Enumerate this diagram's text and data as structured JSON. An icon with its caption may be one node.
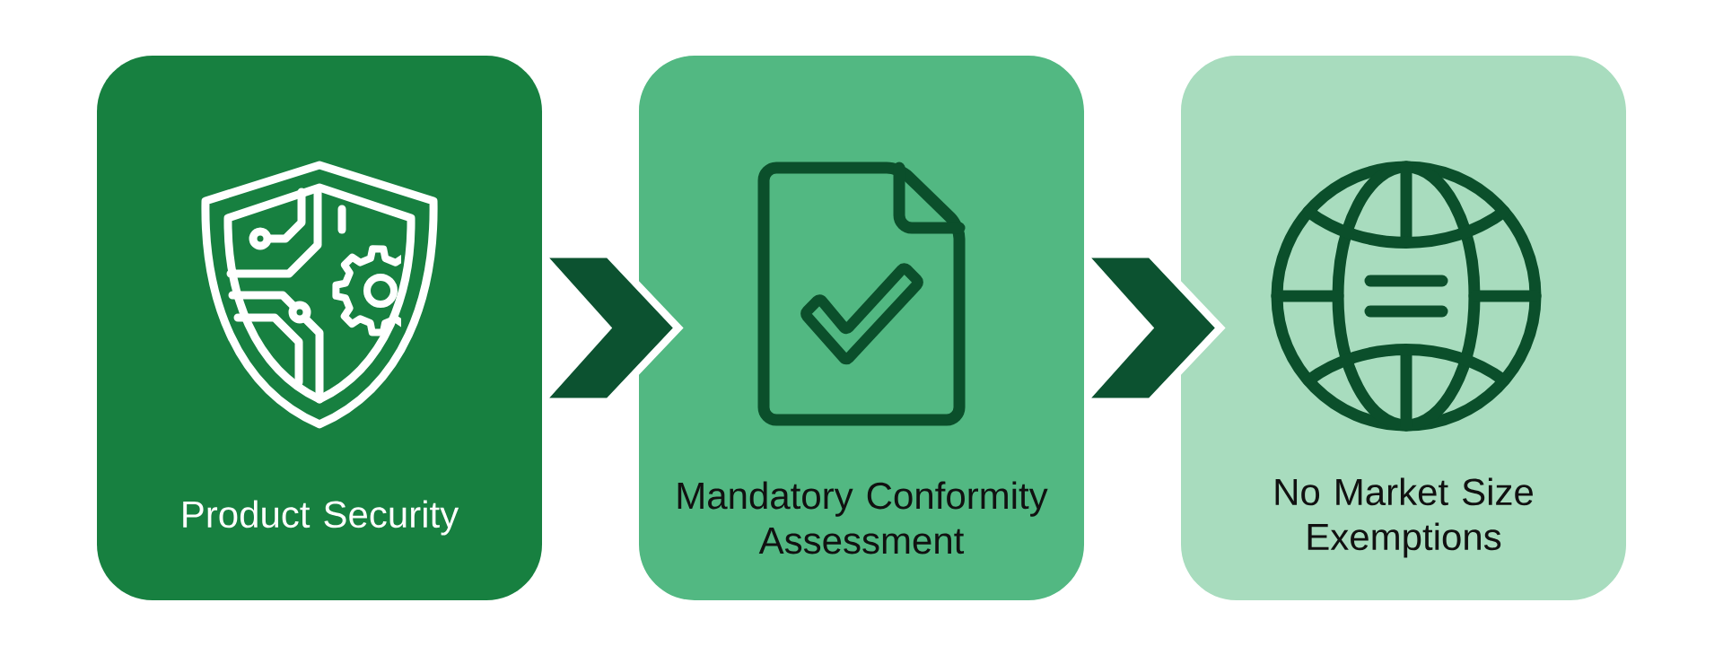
{
  "diagram": {
    "nodes": [
      {
        "text": [
          "Product Security"
        ]
      },
      {
        "text": [
          "Mandatory Conformity Assessment"
        ]
      },
      {
        "text": [
          "No Market Size Exemptions"
        ]
      }
    ],
    "edges": [
      {
        "from": 0,
        "to": 1,
        "arrow": "to"
      },
      {
        "from": 1,
        "to": 2,
        "arrow": "to"
      }
    ]
  }
}
